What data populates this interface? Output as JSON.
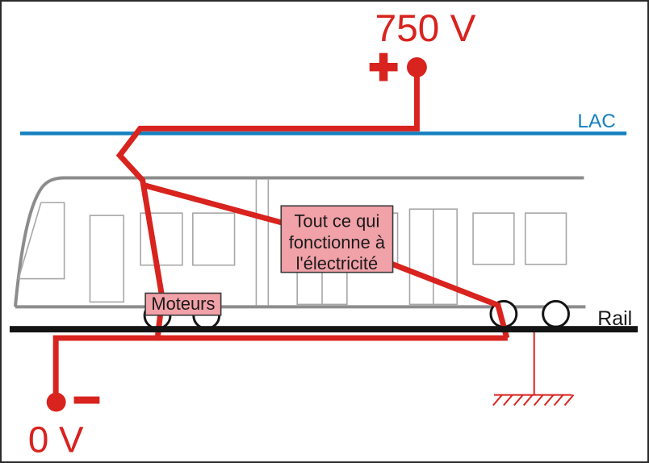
{
  "overhead": {
    "voltage": "750 V",
    "plus_symbol": "+",
    "line_label": "LAC"
  },
  "train": {
    "equipment_box": {
      "line1": "Tout ce qui",
      "line2": "fonctionne à",
      "line3": "l'électricité"
    },
    "motors_box": "Moteurs"
  },
  "ground_side": {
    "rail_label": "Rail",
    "voltage": "0 V",
    "minus_symbol": "−"
  },
  "colors": {
    "wire_red": "#d8231e",
    "lac_blue": "#1480bf",
    "box_pink": "#f1a1a8",
    "box_border": "#3a3a3a",
    "train_gray": "#8c8c8c",
    "window_gray": "#a6a6a6",
    "rail_black": "#141414",
    "text_black": "#1a1a1a"
  }
}
